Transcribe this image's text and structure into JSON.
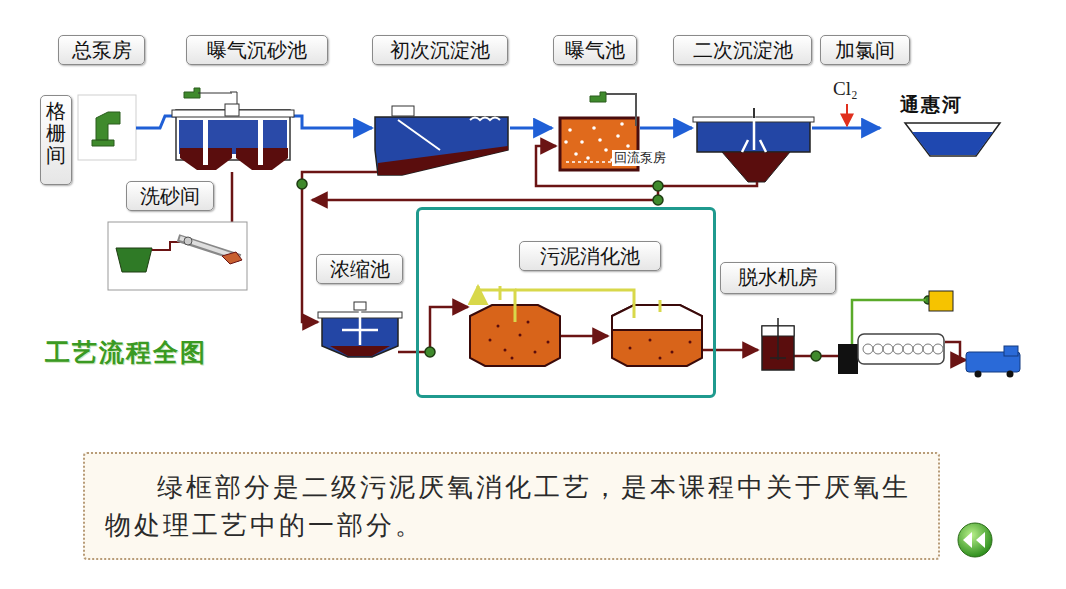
{
  "diagram": {
    "title": "工艺流程全图",
    "nodes": [
      {
        "text": [
          "总泵房"
        ]
      },
      {
        "text": [
          "曝气沉砂池"
        ]
      },
      {
        "text": [
          "初次沉淀池"
        ]
      },
      {
        "text": [
          "曝气池"
        ]
      },
      {
        "text": [
          "二次沉淀池"
        ]
      },
      {
        "text": [
          "加氯间"
        ]
      },
      {
        "text": [
          "格栅间"
        ]
      },
      {
        "text": [
          "洗砂间"
        ]
      },
      {
        "text": [
          "浓缩池"
        ]
      },
      {
        "text": []
      },
      {
        "text": [
          "污泥消化池"
        ],
        "in": 9
      },
      {
        "text": [
          "脱水机房"
        ]
      },
      {
        "text": [
          "绿框部分是二级污泥厌氧消化工艺，是本课程中关于厌氧生物处理工艺中的一部分。"
        ]
      }
    ],
    "labels": [
      "回流泵房",
      "Cl₂",
      "通惠河"
    ]
  }
}
